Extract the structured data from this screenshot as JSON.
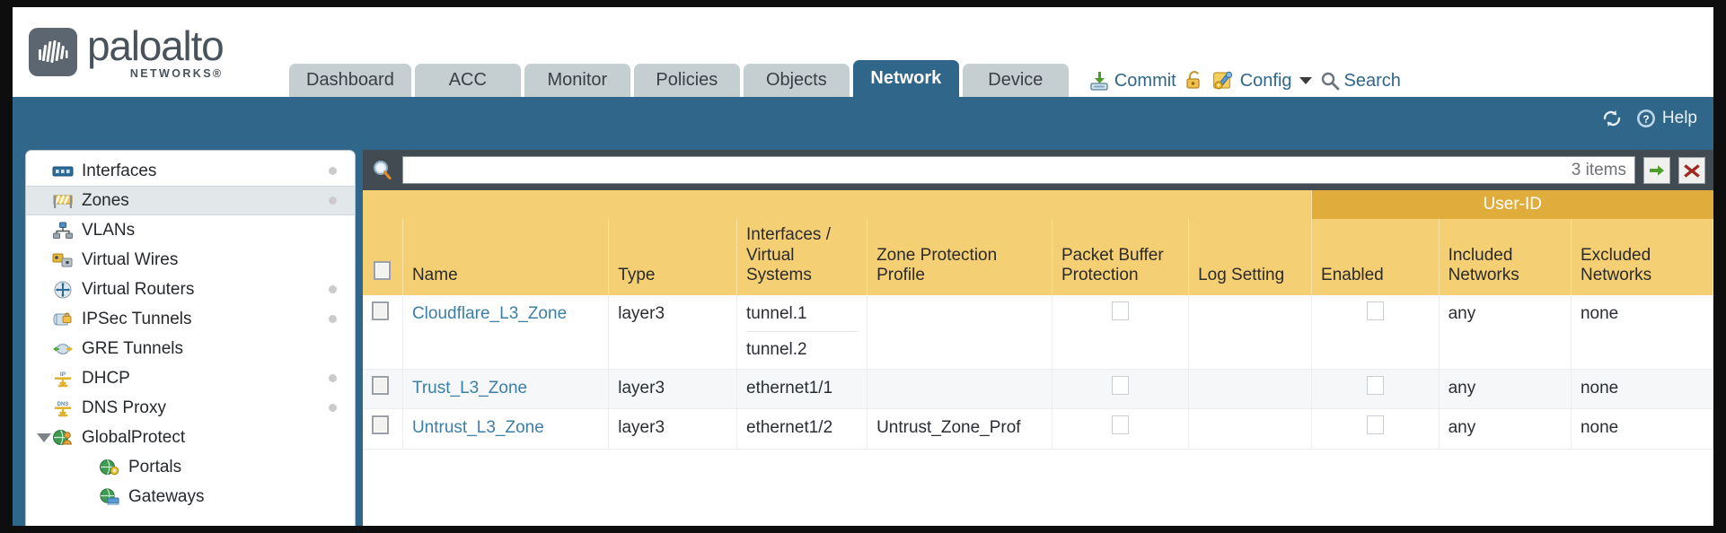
{
  "brand": {
    "name": "paloalto",
    "sub": "NETWORKS®",
    "logo_icon": "paloalto-logo-icon"
  },
  "tabs": [
    {
      "label": "Dashboard",
      "active": false
    },
    {
      "label": "ACC",
      "active": false
    },
    {
      "label": "Monitor",
      "active": false
    },
    {
      "label": "Policies",
      "active": false
    },
    {
      "label": "Objects",
      "active": false
    },
    {
      "label": "Network",
      "active": true
    },
    {
      "label": "Device",
      "active": false
    }
  ],
  "top_actions": {
    "commit": {
      "label": "Commit",
      "icon": "commit-save-icon"
    },
    "lock": {
      "icon": "padlock-icon"
    },
    "config": {
      "label": "Config",
      "icon": "config-wrench-icon",
      "caret": "chevron-down-icon"
    },
    "search": {
      "label": "Search",
      "icon": "search-icon"
    }
  },
  "bluebar": {
    "refresh": {
      "icon": "refresh-icon"
    },
    "help": {
      "label": "Help",
      "icon": "help-question-icon"
    }
  },
  "sidebar": {
    "items": [
      {
        "label": "Interfaces",
        "icon": "interfaces-icon",
        "selected": false,
        "dot": true,
        "child": false,
        "caret": false
      },
      {
        "label": "Zones",
        "icon": "zones-icon",
        "selected": true,
        "dot": true,
        "child": false,
        "caret": false
      },
      {
        "label": "VLANs",
        "icon": "vlans-icon",
        "selected": false,
        "dot": false,
        "child": false,
        "caret": false
      },
      {
        "label": "Virtual Wires",
        "icon": "virtual-wires-icon",
        "selected": false,
        "dot": false,
        "child": false,
        "caret": false
      },
      {
        "label": "Virtual Routers",
        "icon": "virtual-routers-icon",
        "selected": false,
        "dot": true,
        "child": false,
        "caret": false
      },
      {
        "label": "IPSec Tunnels",
        "icon": "ipsec-tunnels-icon",
        "selected": false,
        "dot": true,
        "child": false,
        "caret": false
      },
      {
        "label": "GRE Tunnels",
        "icon": "gre-tunnels-icon",
        "selected": false,
        "dot": false,
        "child": false,
        "caret": false
      },
      {
        "label": "DHCP",
        "icon": "dhcp-icon",
        "selected": false,
        "dot": true,
        "child": false,
        "caret": false
      },
      {
        "label": "DNS Proxy",
        "icon": "dns-proxy-icon",
        "selected": false,
        "dot": true,
        "child": false,
        "caret": false
      },
      {
        "label": "GlobalProtect",
        "icon": "globalprotect-icon",
        "selected": false,
        "dot": false,
        "child": false,
        "caret": true
      },
      {
        "label": "Portals",
        "icon": "portals-icon",
        "selected": false,
        "dot": false,
        "child": true,
        "caret": false
      },
      {
        "label": "Gateways",
        "icon": "gateways-icon",
        "selected": false,
        "dot": false,
        "child": true,
        "caret": false
      }
    ]
  },
  "search": {
    "icon": "search-magnifier-icon",
    "value": "",
    "placeholder": "",
    "items_count": "3 items",
    "apply_icon": "green-arrow-apply-icon",
    "clear_icon": "red-x-clear-icon"
  },
  "table": {
    "group_header": {
      "label": "User-ID",
      "spans": 3
    },
    "columns": [
      "Name",
      "Type",
      "Interfaces / Virtual Systems",
      "Zone Protection Profile",
      "Packet Buffer Protection",
      "Log Setting",
      "Enabled",
      "Included Networks",
      "Excluded Networks"
    ],
    "rows": [
      {
        "selected": false,
        "name": "Cloudflare_L3_Zone",
        "type": "layer3",
        "interfaces": [
          "tunnel.1",
          "tunnel.2"
        ],
        "zone_protection_profile": "",
        "packet_buffer_protection": false,
        "log_setting": "",
        "user_id_enabled": false,
        "included_networks": "any",
        "excluded_networks": "none"
      },
      {
        "selected": false,
        "name": "Trust_L3_Zone",
        "type": "layer3",
        "interfaces": [
          "ethernet1/1"
        ],
        "zone_protection_profile": "",
        "packet_buffer_protection": false,
        "log_setting": "",
        "user_id_enabled": false,
        "included_networks": "any",
        "excluded_networks": "none"
      },
      {
        "selected": false,
        "name": "Untrust_L3_Zone",
        "type": "layer3",
        "interfaces": [
          "ethernet1/2"
        ],
        "zone_protection_profile": "Untrust_Zone_Prof",
        "packet_buffer_protection": false,
        "log_setting": "",
        "user_id_enabled": false,
        "included_networks": "any",
        "excluded_networks": "none"
      }
    ]
  },
  "colors": {
    "brand_blue": "#2f6689",
    "header_yellow": "#f5cf73",
    "group_yellow": "#e0ad3c",
    "link_blue": "#3b7fa6",
    "search_bar_dark": "#424b52"
  }
}
